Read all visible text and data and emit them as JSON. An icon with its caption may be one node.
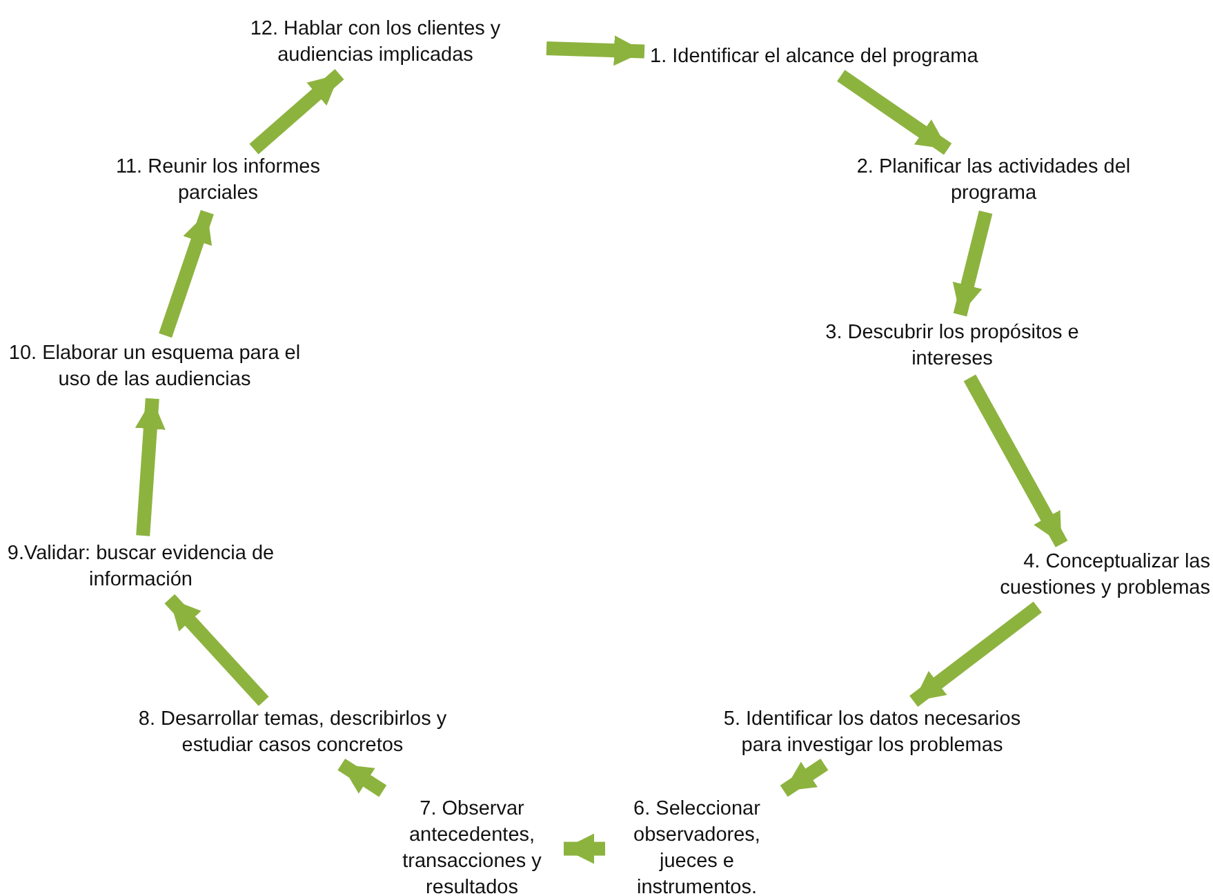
{
  "diagram": {
    "nodes": [
      {
        "text": [
          "1. Identificar el alcance del programa"
        ]
      },
      {
        "text": [
          "2. Planificar las actividades del programa"
        ]
      },
      {
        "text": [
          "3. Descubrir los propósitos e intereses"
        ]
      },
      {
        "text": [
          "4. Conceptualizar las cuestiones y problemas"
        ]
      },
      {
        "text": [
          "5. Identificar los datos necesarios para investigar los problemas"
        ]
      },
      {
        "text": [
          "6. Seleccionar observadores, jueces e instrumentos."
        ]
      },
      {
        "text": [
          "7. Observar antecedentes, transacciones y resultados"
        ]
      },
      {
        "text": [
          "8. Desarrollar temas, describirlos y estudiar casos concretos"
        ]
      },
      {
        "text": [
          "9.Validar: buscar evidencia de información"
        ]
      },
      {
        "text": [
          "10. Elaborar un esquema para el uso de las audiencias"
        ]
      },
      {
        "text": [
          "11. Reunir los informes parciales"
        ]
      },
      {
        "text": [
          "12. Hablar con los clientes y audiencias implicadas"
        ]
      }
    ],
    "edges": [
      {
        "from": 0,
        "to": 1,
        "arrow": "to"
      },
      {
        "from": 1,
        "to": 2,
        "arrow": "to"
      },
      {
        "from": 2,
        "to": 3,
        "arrow": "to"
      },
      {
        "from": 3,
        "to": 4,
        "arrow": "to"
      },
      {
        "from": 4,
        "to": 5,
        "arrow": "to"
      },
      {
        "from": 5,
        "to": 6,
        "arrow": "to"
      },
      {
        "from": 6,
        "to": 7,
        "arrow": "to"
      },
      {
        "from": 7,
        "to": 8,
        "arrow": "to"
      },
      {
        "from": 8,
        "to": 9,
        "arrow": "to"
      },
      {
        "from": 9,
        "to": 10,
        "arrow": "to"
      },
      {
        "from": 10,
        "to": 11,
        "arrow": "to"
      },
      {
        "from": 11,
        "to": 0,
        "arrow": "to"
      }
    ]
  }
}
